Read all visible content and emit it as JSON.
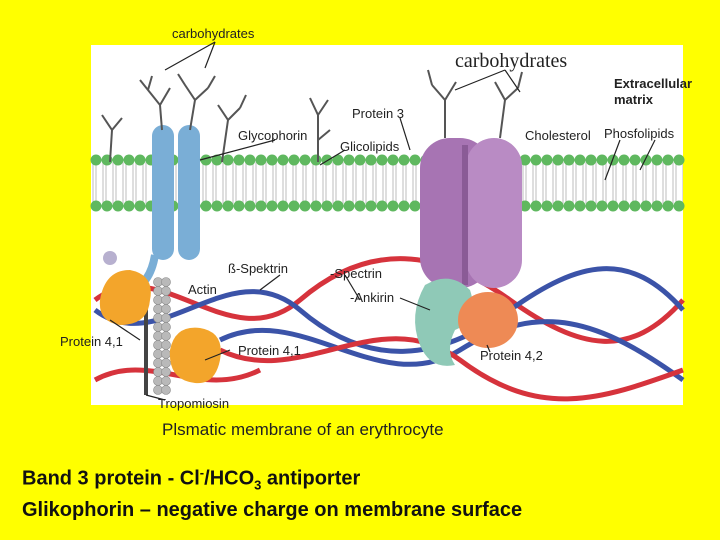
{
  "labels": {
    "carbohydrates_small": "carbohydrates",
    "carbohydrates_large": "carbohydrates",
    "extracellular_1": "Extracellular",
    "extracellular_2": "matrix",
    "protein3": "Protein 3",
    "glycophorin": "Glycophorin",
    "glicolipids": "Glicolipids",
    "cholesterol": "Cholesterol",
    "phosfolipids": "Phosfolipids",
    "beta_spektrin": "ß-Spektrin",
    "spectrin": "-Spectrin",
    "actin": "Actin",
    "ankirin": "-Ankirin",
    "protein41_left": "Protein 4,1",
    "protein41_mid": "Protein 4,1",
    "protein42": "Protein 4,2",
    "tropomiosin": "Tropomiosin"
  },
  "caption": "Plsmatic membrane of an erythrocyte",
  "bottom": {
    "line1_a": "Band 3 protein -  Cl",
    "line1_sup": "-",
    "line1_b": "/HCO",
    "line1_sub": "3",
    "line1_c": " antiporter",
    "line2": "Glikophorin – negative charge on membrane surface"
  },
  "colors": {
    "page_background": "#ffff00",
    "panel_background": "#ffffff",
    "lipid_head": "#5fb85f",
    "lipid_tail": "#e4e4e4",
    "glycophorin": "#7aaed6",
    "band3": "#a774b3",
    "spectrin_red": "#d6333c",
    "spectrin_blue": "#3b53a8",
    "protein41": "#f3a52b",
    "ankyrin": "#8fc9b7",
    "protein42": "#ee8a55",
    "actin": "#b9b9b9"
  }
}
